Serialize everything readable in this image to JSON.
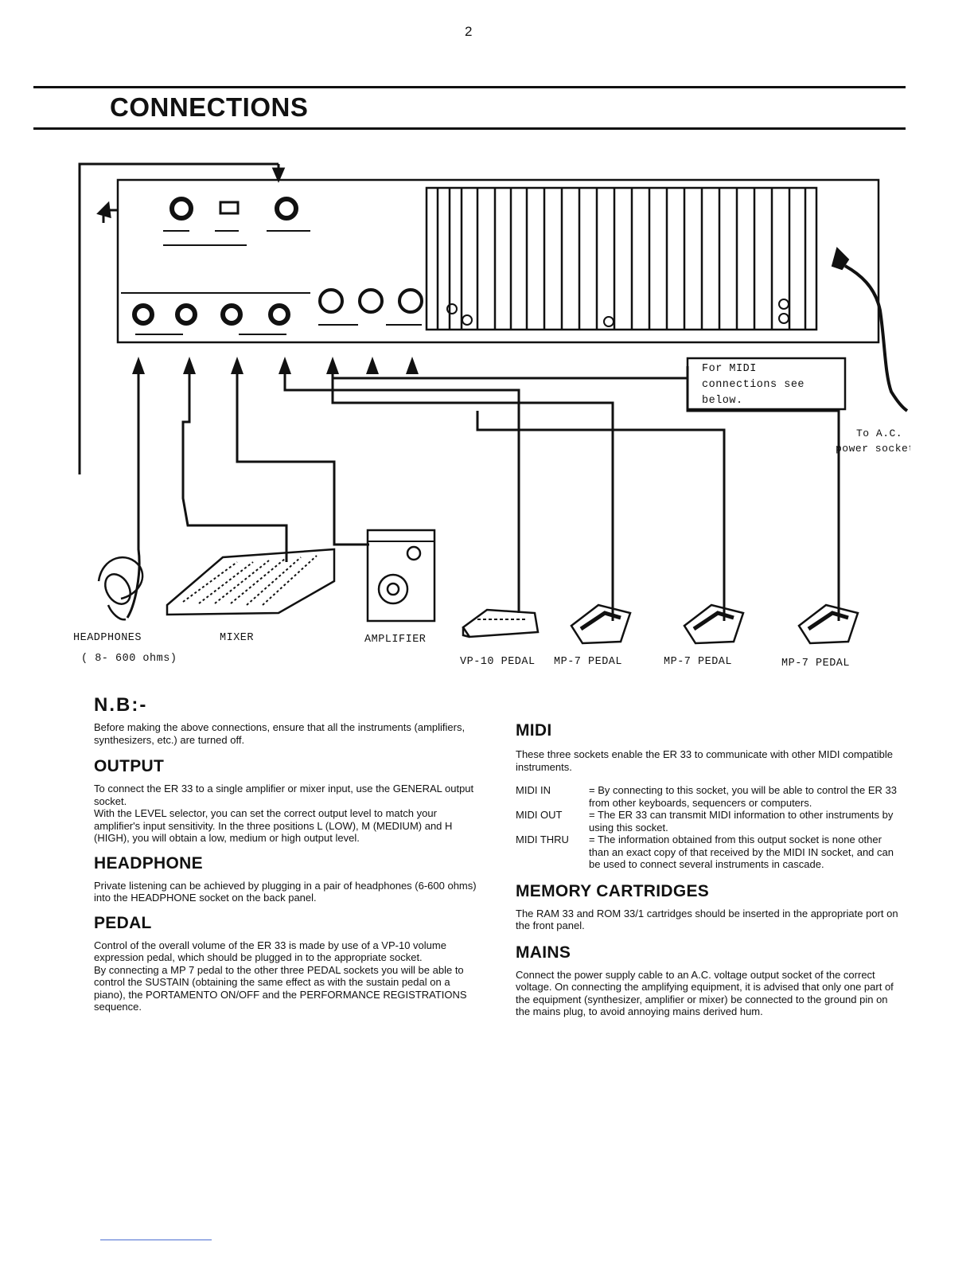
{
  "page": {
    "number": "2",
    "title": "CONNECTIONS"
  },
  "diagram": {
    "midi_note": [
      "For MIDI",
      "connections see",
      "below."
    ],
    "power_label": [
      "To A.C.",
      "power socket"
    ],
    "devices": {
      "headphones": "HEADPHONES",
      "headphones_impedance": "( 8- 600 ohms)",
      "mixer": "MIXER",
      "amplifier": "AMPLIFIER",
      "vp10": "VP-10 PEDAL",
      "mp7_1": "MP-7 PEDAL",
      "mp7_2": "MP-7 PEDAL",
      "mp7_3": "MP-7 PEDAL"
    }
  },
  "nb": {
    "title": "N.B:-",
    "text": "Before making the above connections, ensure that all the instruments (amplifiers, synthesizers, etc.) are turned off."
  },
  "sections": {
    "output": {
      "heading": "OUTPUT",
      "p1": "To connect the ER 33 to a single amplifier or mixer input, use the GENERAL output socket.",
      "p2": "With the LEVEL selector, you can set the correct output level to match your amplifier's input sensitivity. In the three positions L (LOW), M (MEDIUM) and H (HIGH), you will obtain a low, medium or high output level."
    },
    "headphone": {
      "heading": "HEADPHONE",
      "p1": "Private listening can be achieved by plugging in a pair of headphones (6-600 ohms) into the HEADPHONE socket on the back panel."
    },
    "pedal": {
      "heading": "PEDAL",
      "p1": "Control of the overall volume of the ER 33 is made by use of a VP-10 volume expression pedal, which should be plugged in to the appropriate socket.",
      "p2": "By connecting a MP 7 pedal to the other three PEDAL sockets you will be able to control the SUSTAIN (obtaining the same effect as with the sustain pedal on a piano), the PORTAMENTO ON/OFF and the PERFORMANCE REGISTRATIONS sequence."
    },
    "midi": {
      "heading": "MIDI",
      "intro": "These three sockets enable the ER 33 to communicate with other MIDI compatible instruments.",
      "items": [
        {
          "term": "MIDI IN",
          "desc": "= By connecting to this socket, you will be able to control the ER 33 from other keyboards, sequencers or computers."
        },
        {
          "term": "MIDI OUT",
          "desc": "= The ER 33 can transmit MIDI information to other instruments by using this socket."
        },
        {
          "term": "MIDI THRU",
          "desc": "= The information obtained from this output socket is none other than an exact copy of that received by the MIDI IN socket, and can be used to connect several instruments in cascade."
        }
      ]
    },
    "memory": {
      "heading": "MEMORY CARTRIDGES",
      "p1": "The RAM 33 and ROM 33/1 cartridges should be inserted in the appropriate port on the front panel."
    },
    "mains": {
      "heading": "MAINS",
      "p1": "Connect the power supply cable to an A.C. voltage output socket of the correct voltage. On connecting the amplifying equipment, it is advised that only one part of the equipment (synthesizer, amplifier or mixer) be connected to the ground pin on the mains plug, to avoid annoying mains derived hum."
    }
  },
  "colors": {
    "ink": "#111111",
    "paper": "#ffffff",
    "footer_rule": "#4a6ed1"
  }
}
